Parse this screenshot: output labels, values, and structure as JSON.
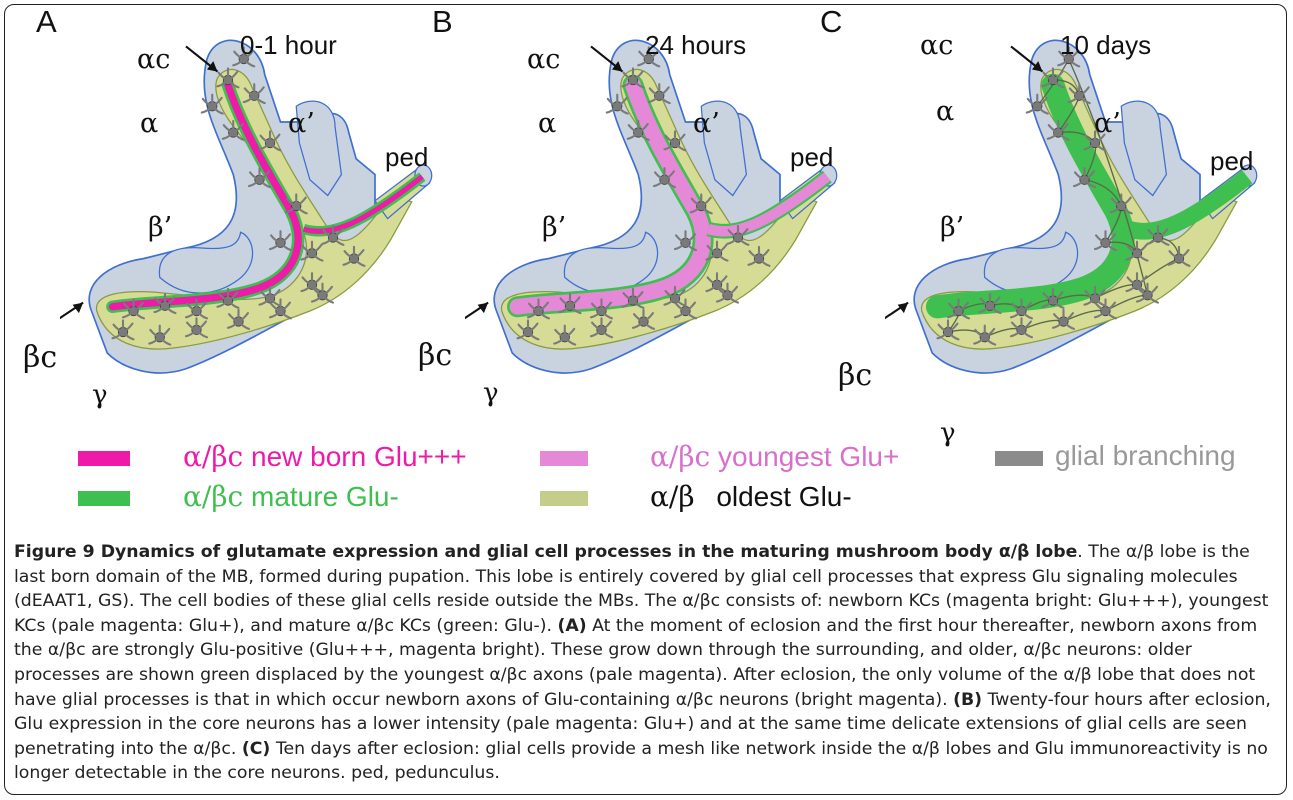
{
  "panels": [
    {
      "letter": "A",
      "time": "0-1 hour"
    },
    {
      "letter": "B",
      "time": "24 hours"
    },
    {
      "letter": "C",
      "time": "10 days"
    }
  ],
  "structure_labels": {
    "alpha_c": "αc",
    "alpha": "α",
    "alpha_prime": "α’",
    "beta_prime": "β’",
    "ped": "ped",
    "beta_c": "βc",
    "gamma": "γ"
  },
  "legend": {
    "newborn": {
      "greek": "α/βc",
      "text": "new born Glu+++",
      "color": "#ee1aa8"
    },
    "youngest": {
      "greek": "α/βc",
      "text": "youngest Glu+",
      "color": "#e688d8"
    },
    "glial": {
      "text": "glial branching",
      "color": "#8b8b8b"
    },
    "mature": {
      "greek": "α/βc",
      "text": "mature Glu-",
      "color": "#3fbf4f"
    },
    "oldest": {
      "greek": "α/β",
      "text": "oldest Glu-",
      "color": "#c4cd8a"
    }
  },
  "colors": {
    "lobe_fill": "#c9d3e0",
    "lobe_stroke": "#3f6fd0",
    "core_fill": "#d6dc96",
    "glia": "#7a7a7a"
  },
  "caption": {
    "title": "Figure 9 Dynamics of glutamate expression and glial cell processes in the maturing mushroom body α/β lobe",
    "body": ". The α/β lobe is the last born domain of the MB, formed during pupation. This lobe is entirely covered by glial cell processes that express Glu signaling molecules (dEAAT1, GS). The cell bodies of these glial cells reside outside the MBs. The α/βc consists of: newborn KCs (magenta bright: Glu+++), youngest KCs (pale magenta: Glu+), and mature α/βc KCs (green: Glu-). ",
    "a_label": "(A)",
    "a_text": " At the moment of eclosion and the first hour thereafter, newborn axons from the α/βc are strongly Glu-positive (Glu+++, magenta bright). These grow down through the surrounding, and older, α/βc neurons: older processes are shown green displaced by the youngest α/βc axons (pale magenta). After eclosion, the only volume of the α/β lobe that does not have glial processes is that in which occur newborn axons of Glu-containing α/βc neurons (bright magenta). ",
    "b_label": "(B)",
    "b_text": " Twenty-four hours after eclosion, Glu expression in the core neurons has a lower intensity (pale magenta: Glu+) and at the same time delicate extensions of glial cells are seen penetrating into the α/βc. ",
    "c_label": "(C)",
    "c_text": " Ten days after eclosion: glial cells provide a mesh like network inside the α/β lobes and Glu immunoreactivity is no longer detectable in the core neurons. ped, pedunculus."
  }
}
